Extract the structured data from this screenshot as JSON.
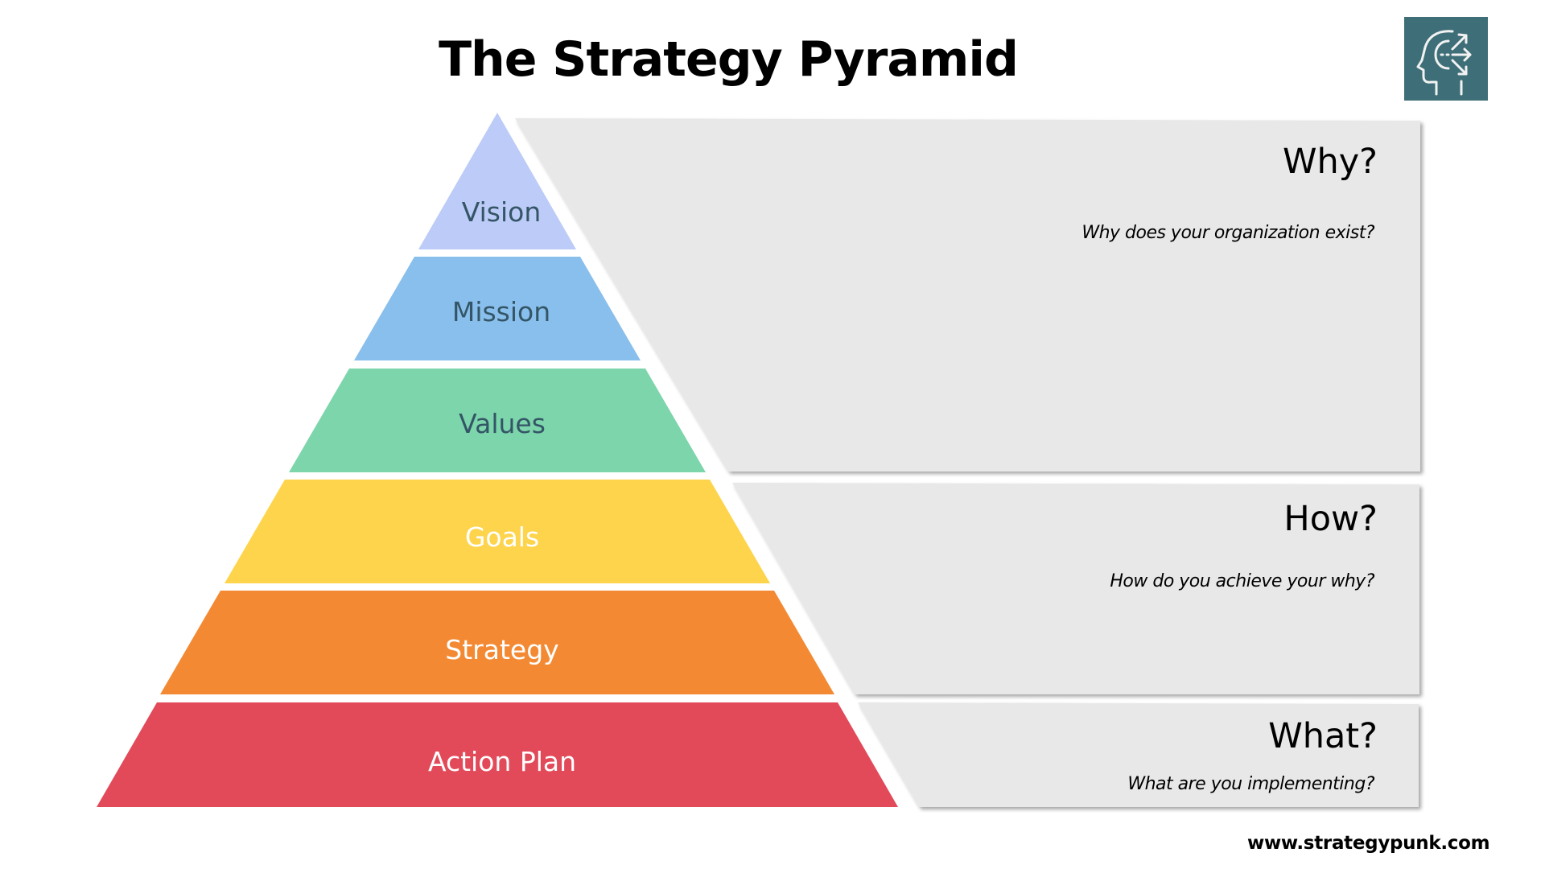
{
  "title": "The Strategy Pyramid",
  "logo": {
    "icon": "head-with-arrows-icon",
    "color": "#3e6f78"
  },
  "pyramid": {
    "tiers": [
      {
        "label": "Vision",
        "color": "#bccbf7",
        "text_color": "#345566"
      },
      {
        "label": "Mission",
        "color": "#89bfec",
        "text_color": "#345566"
      },
      {
        "label": "Values",
        "color": "#7dd5ab",
        "text_color": "#345566"
      },
      {
        "label": "Goals",
        "color": "#fdd44c",
        "text_color": "#ffffff"
      },
      {
        "label": "Strategy",
        "color": "#f38a33",
        "text_color": "#ffffff"
      },
      {
        "label": "Action Plan",
        "color": "#e24a5a",
        "text_color": "#ffffff"
      }
    ]
  },
  "panels": [
    {
      "heading": "Why?",
      "question": "Why does your organization exist?",
      "color": "#e8e8e8"
    },
    {
      "heading": "How?",
      "question": "How do you achieve your why?",
      "color": "#e8e8e8"
    },
    {
      "heading": "What?",
      "question": "What are you implementing?",
      "color": "#e8e8e8"
    }
  ],
  "footer": {
    "website": "www.strategypunk.com"
  }
}
